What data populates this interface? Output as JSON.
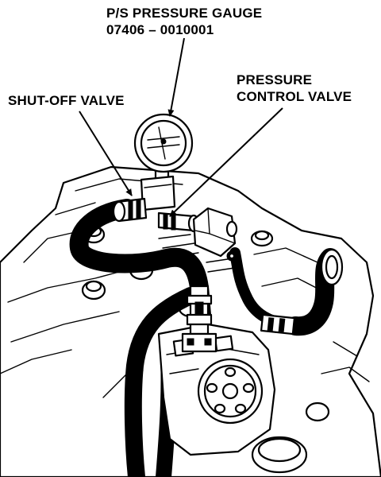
{
  "labels": {
    "gauge_line1": "P/S PRESSURE GAUGE",
    "gauge_line2": "07406 – 0010001",
    "shutoff": "SHUT-OFF VALVE",
    "pcv_line1": "PRESSURE",
    "pcv_line2": "CONTROL VALVE"
  }
}
